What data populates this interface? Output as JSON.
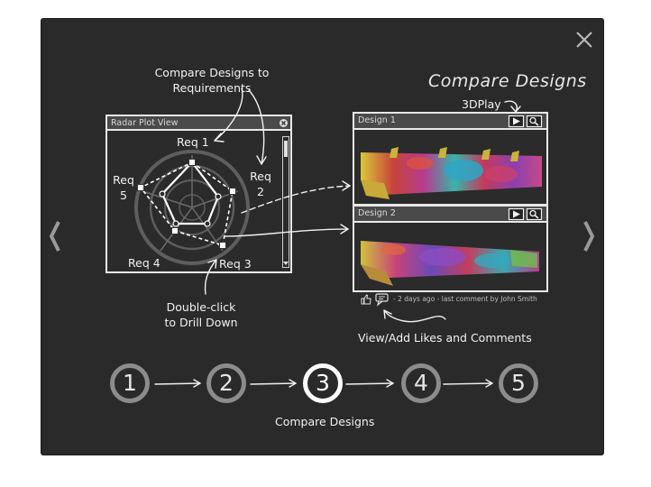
{
  "annotations": {
    "compare_req": "Compare Designs to\nRequirements",
    "double_click": "Double-click\nto Drill Down",
    "likes_comments": "View/Add Likes and Comments",
    "play_3d": "3DPlay",
    "page_title": "Compare Designs"
  },
  "radar": {
    "window_title": "Radar Plot View",
    "axes": [
      "Req 1",
      "Req\n2",
      "Req 3",
      "Req 4",
      "Req\n5"
    ]
  },
  "designs": [
    {
      "title": "Design 1"
    },
    {
      "title": "Design  2"
    }
  ],
  "comment_meta": "- 2 days ago - last comment by John Smith",
  "steps": [
    {
      "label": "1",
      "active": false
    },
    {
      "label": "2",
      "active": false
    },
    {
      "label": "3",
      "active": true
    },
    {
      "label": "4",
      "active": false
    },
    {
      "label": "5",
      "active": false
    }
  ],
  "step_caption": "Compare Designs",
  "icons": {
    "close": "close-icon",
    "prev": "chevron-left-icon",
    "next": "chevron-right-icon",
    "play": "play-icon",
    "search": "magnifier-icon",
    "like": "thumbs-up-icon",
    "comment": "comment-icon"
  },
  "colors": {
    "background": "#2a2a2a",
    "foreground": "#f2f2f2",
    "inactive_step": "#8c8c8c"
  }
}
